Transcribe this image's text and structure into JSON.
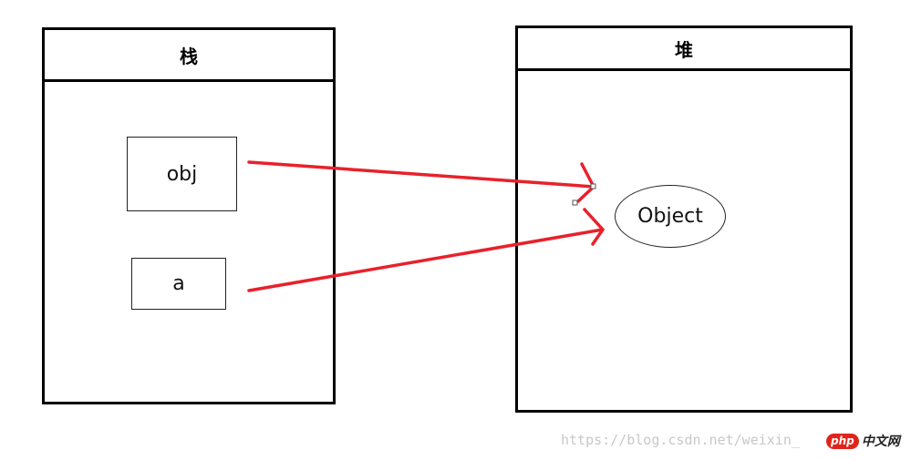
{
  "diagram": {
    "stack_panel": {
      "title": "栈",
      "variables": [
        {
          "label": "obj"
        },
        {
          "label": "a"
        }
      ]
    },
    "heap_panel": {
      "title": "堆",
      "objects": [
        {
          "label": "Object"
        }
      ]
    },
    "arrows": [
      {
        "from": "obj",
        "to": "Object",
        "color": "#e8212b"
      },
      {
        "from": "a",
        "to": "Object",
        "color": "#e8212b"
      }
    ]
  },
  "watermark": {
    "url_text": "https://blog.csdn.net/weixin_",
    "logo_badge": "php",
    "logo_text": "中文网"
  }
}
